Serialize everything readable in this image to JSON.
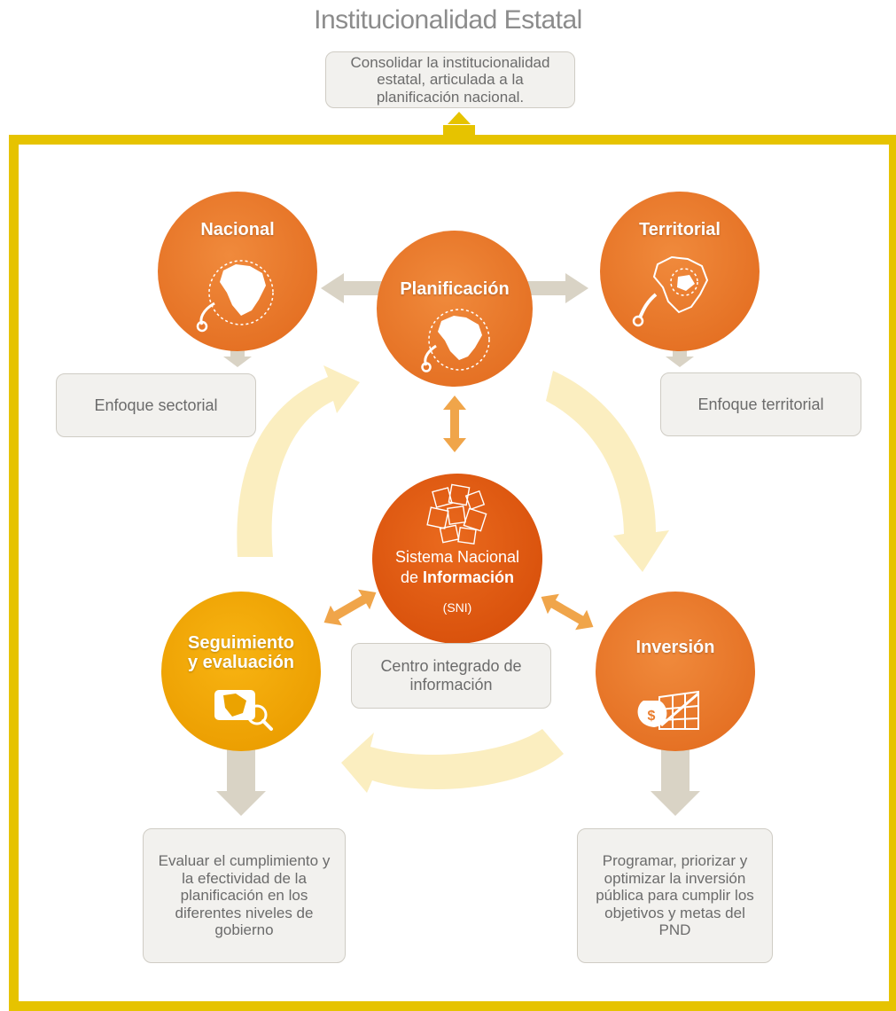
{
  "title": "Institucionalidad Estatal",
  "goal": "Consolidar la institucionalidad estatal, articulada a la planificación nacional.",
  "nodes": {
    "nacional": "Nacional",
    "planificacion": "Planificación",
    "territorial": "Territorial",
    "sni_line1": "Sistema Nacional",
    "sni_line2_prefix": "de ",
    "sni_line2_bold": "Información",
    "sni_line3": "(SNI)",
    "seguimiento_line1": "Seguimiento",
    "seguimiento_line2": "y evaluación",
    "inversion": "Inversión"
  },
  "boxes": {
    "sectorial": "Enfoque sectorial",
    "territorial": "Enfoque territorial",
    "centro": "Centro integrado de información",
    "evaluar": "Evaluar el cumplimiento y la efectividad de la planificación en los diferentes niveles de gobierno",
    "programar": "Programar, priorizar y optimizar la inversión pública para cumplir los objetivos y metas del PND"
  },
  "colors": {
    "frame": "#e6c300",
    "orange": "#ea7d2e",
    "dark_orange": "#e2570e",
    "yellow_orange": "#f5a700",
    "gray_arrow": "#d9d3c5",
    "cycle_arrow": "#fbeec0",
    "double_arrow": "#f0a54a"
  }
}
